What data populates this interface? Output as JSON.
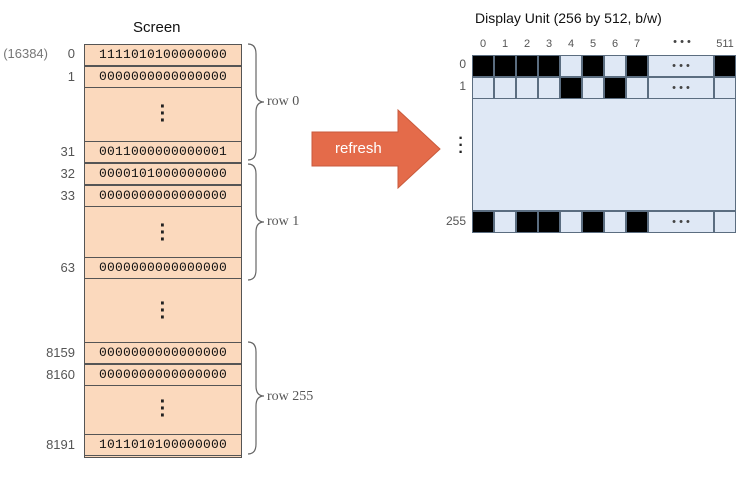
{
  "screen": {
    "title": "Screen",
    "words": [
      {
        "addr_prefix": "(16384)",
        "addr": "0",
        "bits": "1111010100000000"
      },
      {
        "addr": "1",
        "bits": "0000000000000000"
      },
      {
        "addr": "31",
        "bits": "0011000000000001"
      },
      {
        "addr": "32",
        "bits": "0000101000000000"
      },
      {
        "addr": "33",
        "bits": "0000000000000000"
      },
      {
        "addr": "63",
        "bits": "0000000000000000"
      },
      {
        "addr": "8159",
        "bits": "0000000000000000"
      },
      {
        "addr": "8160",
        "bits": "0000000000000000"
      },
      {
        "addr": "8191",
        "bits": "1011010100000000"
      }
    ],
    "rows": [
      "row 0",
      "row 1",
      "row 255"
    ]
  },
  "arrow": {
    "label": "refresh",
    "color": "#e46b4a"
  },
  "display": {
    "title": "Display Unit (256 by 512, b/w)",
    "col_labels": [
      "0",
      "1",
      "2",
      "3",
      "4",
      "5",
      "6",
      "7",
      "• • •",
      "511"
    ],
    "row_labels": [
      "0",
      "1",
      "255"
    ],
    "ellipsis": "• • •",
    "row0": [
      1,
      1,
      1,
      1,
      0,
      1,
      0,
      1,
      "e",
      1
    ],
    "row1": [
      0,
      0,
      0,
      0,
      1,
      0,
      1,
      0,
      "e",
      0
    ],
    "row255": [
      1,
      0,
      1,
      1,
      0,
      1,
      0,
      1,
      "e",
      0
    ],
    "colors": {
      "on": "#000000",
      "off": "#dfe8f5"
    }
  }
}
